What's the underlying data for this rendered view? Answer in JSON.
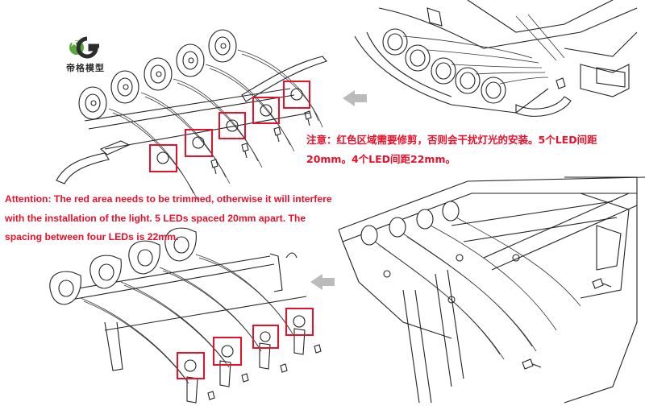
{
  "logo": {
    "mark": "DG",
    "text": "帝格模型",
    "brand_colors": [
      "#5aa83c",
      "#2d2d2d"
    ]
  },
  "notes": {
    "chinese_line1": "注意：红色区域需要修剪，否则会干扰灯光的安装。5个LED间距",
    "chinese_line2": "20mm。4个LED间距22mm。",
    "english_line1": "Attention: The red area needs to be trimmed, otherwise it will interfere",
    "english_line2": "with the installation of the light. 5 LEDs spaced 20mm apart. The",
    "english_line3": "spacing between four LEDs is 22mm."
  },
  "colors": {
    "highlight": "#e8102a",
    "line": "#222222",
    "arrow": "#bbbbbb"
  }
}
